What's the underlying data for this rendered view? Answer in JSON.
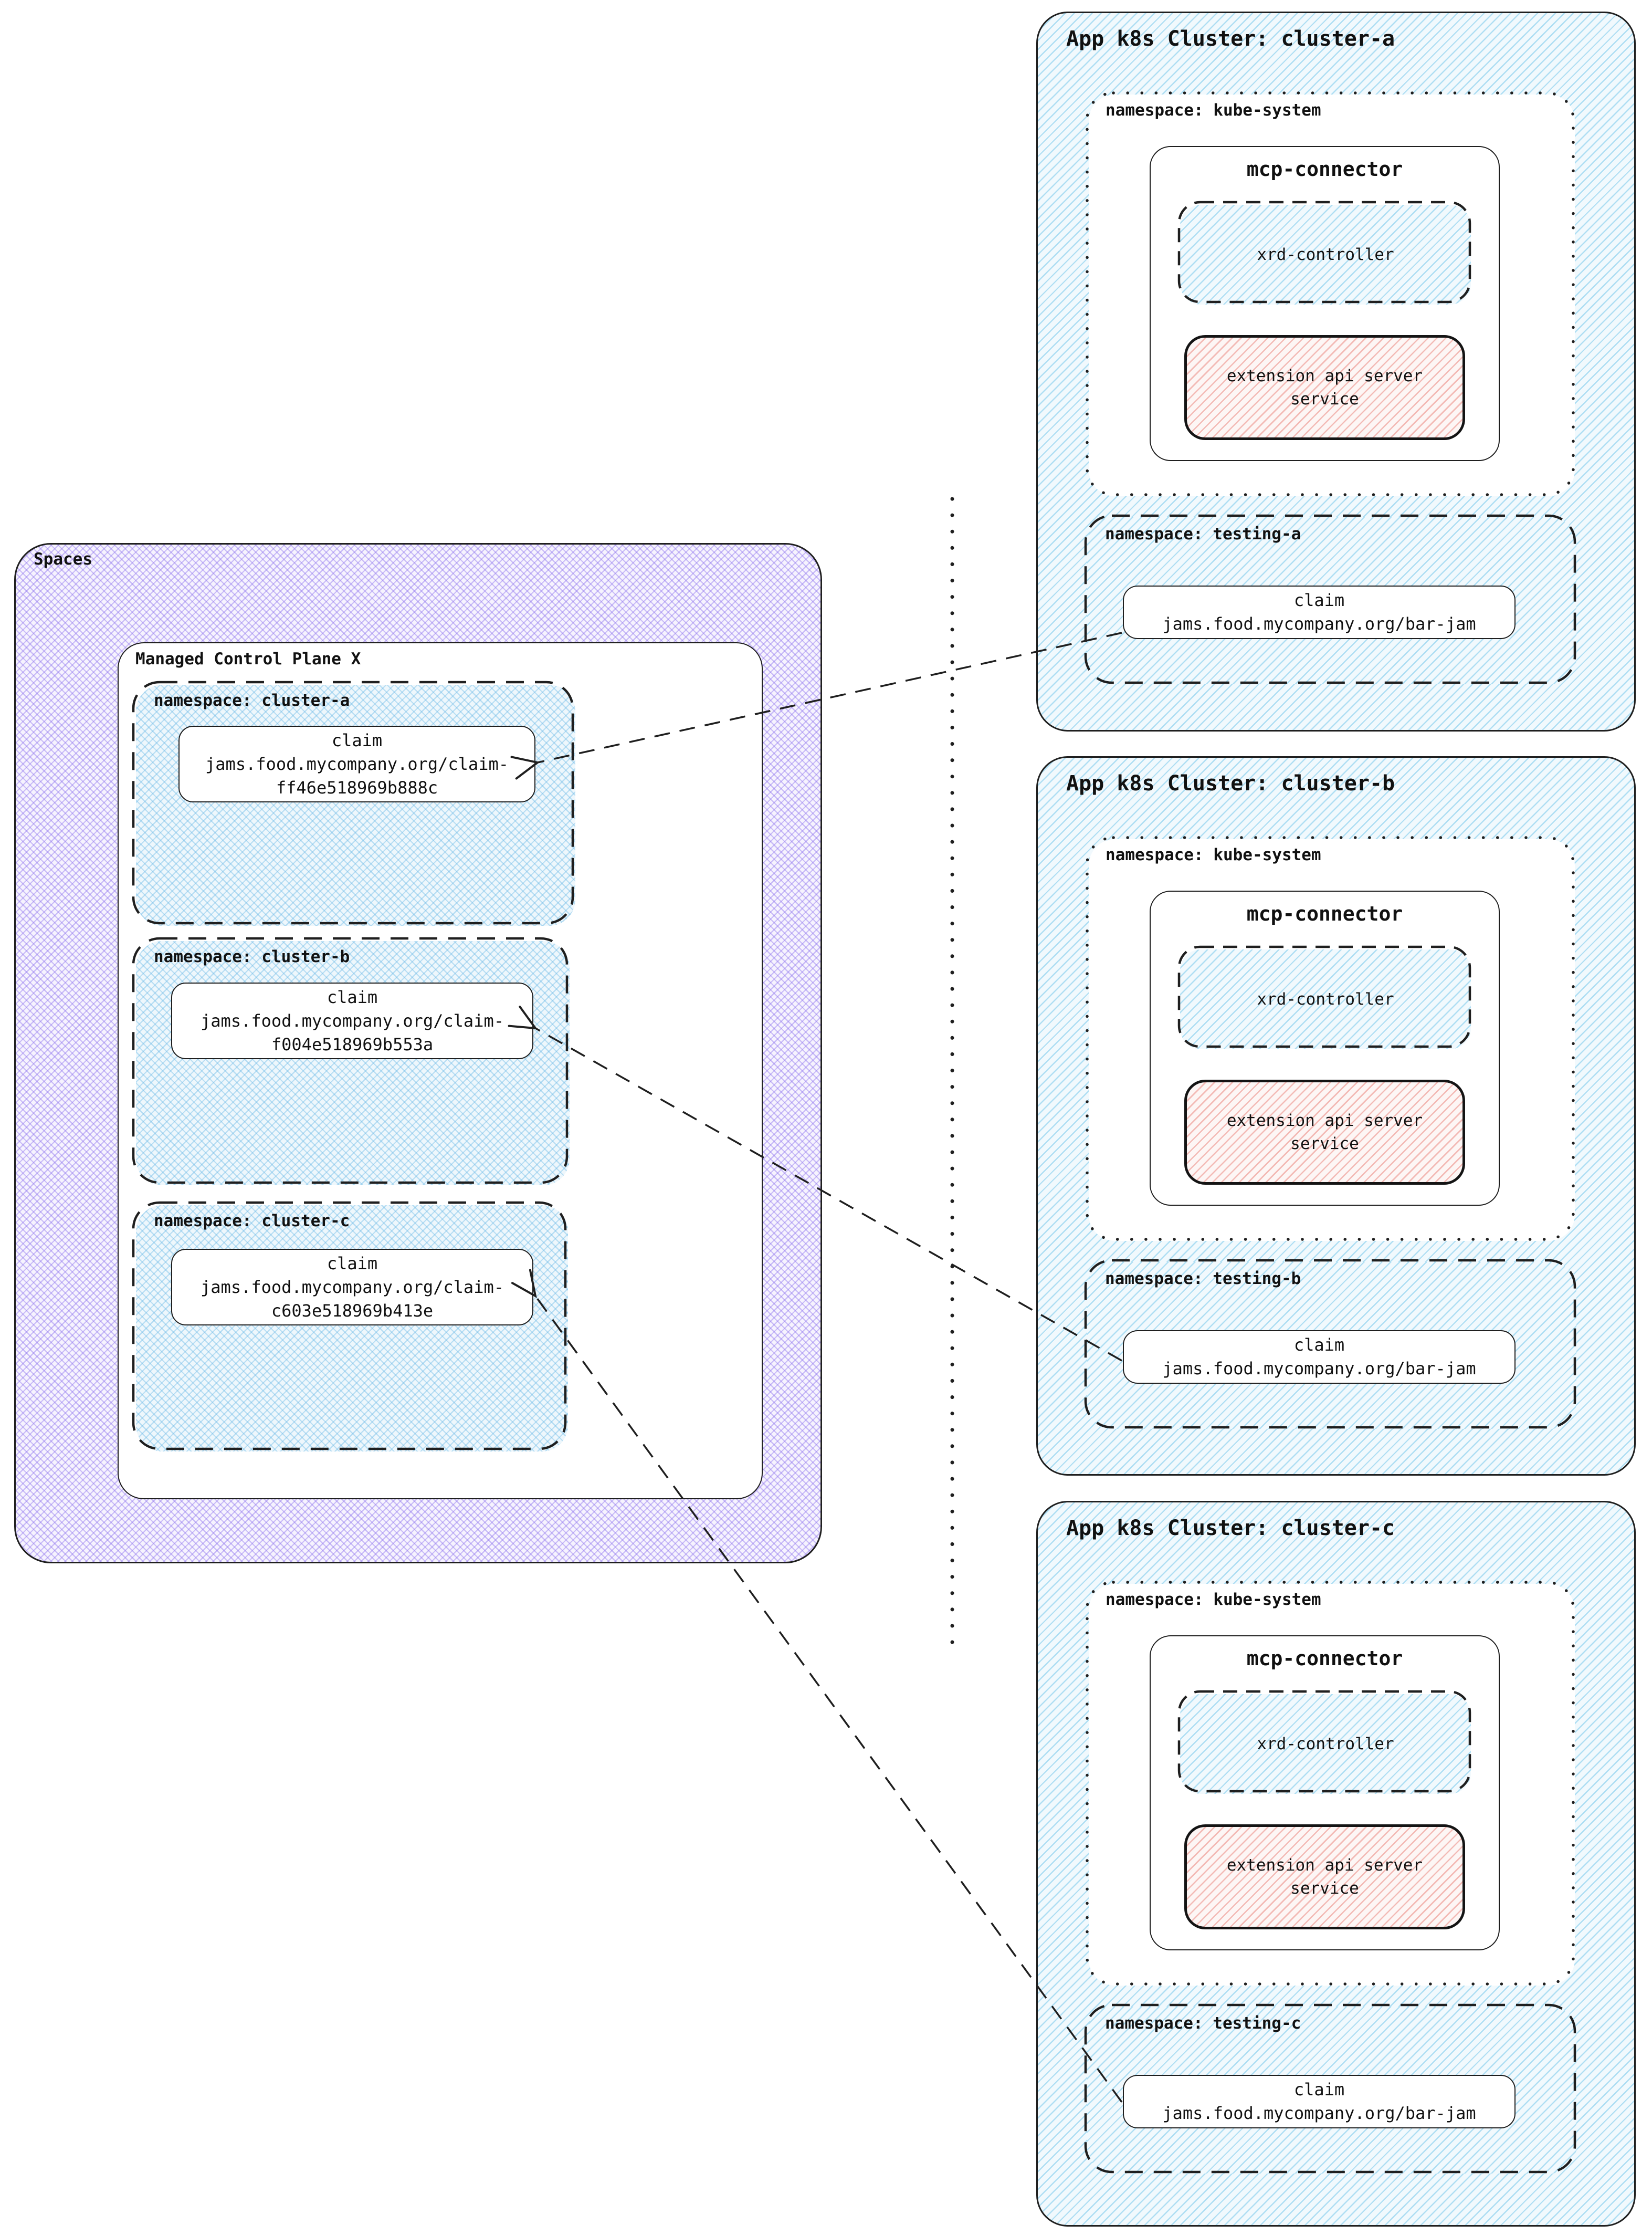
{
  "spaces": {
    "label": "Spaces",
    "control_plane": {
      "label": "Managed Control Plane X",
      "namespaces": [
        {
          "label": "namespace: cluster-a",
          "claim_title": "claim",
          "claim_line1": "jams.food.mycompany.org/claim-",
          "claim_line2": "ff46e518969b888c"
        },
        {
          "label": "namespace: cluster-b",
          "claim_title": "claim",
          "claim_line1": "jams.food.mycompany.org/claim-",
          "claim_line2": "f004e518969b553a"
        },
        {
          "label": "namespace: cluster-c",
          "claim_title": "claim",
          "claim_line1": "jams.food.mycompany.org/claim-",
          "claim_line2": "c603e518969b413e"
        }
      ]
    }
  },
  "clusters": [
    {
      "title": "App k8s Cluster: cluster-a",
      "kube_system_label": "namespace: kube-system",
      "mcp_connector_label": "mcp-connector",
      "xrd_controller_label": "xrd-controller",
      "ext_api_line1": "extension api server",
      "ext_api_line2": "service",
      "testing_label": "namespace: testing-a",
      "claim_title": "claim",
      "claim_line1": "jams.food.mycompany.org/bar-jam"
    },
    {
      "title": "App k8s Cluster: cluster-b",
      "kube_system_label": "namespace: kube-system",
      "mcp_connector_label": "mcp-connector",
      "xrd_controller_label": "xrd-controller",
      "ext_api_line1": "extension api server",
      "ext_api_line2": "service",
      "testing_label": "namespace: testing-b",
      "claim_title": "claim",
      "claim_line1": "jams.food.mycompany.org/bar-jam"
    },
    {
      "title": "App k8s Cluster: cluster-c",
      "kube_system_label": "namespace: kube-system",
      "mcp_connector_label": "mcp-connector",
      "xrd_controller_label": "xrd-controller",
      "ext_api_line1": "extension api server",
      "ext_api_line2": "service",
      "testing_label": "namespace: testing-c",
      "claim_title": "claim",
      "claim_line1": "jams.food.mycompany.org/bar-jam"
    }
  ],
  "colors": {
    "stroke": "#1f1f1f",
    "text": "#111111",
    "blue_fill": "#f1f9fd",
    "blue_hatch": "#6cc4e9",
    "purple_fill": "#f6f3fe",
    "purple_hatch": "#9278ee",
    "red_fill": "#fdf6f5",
    "red_hatch": "#e97e75",
    "white": "#ffffff"
  }
}
